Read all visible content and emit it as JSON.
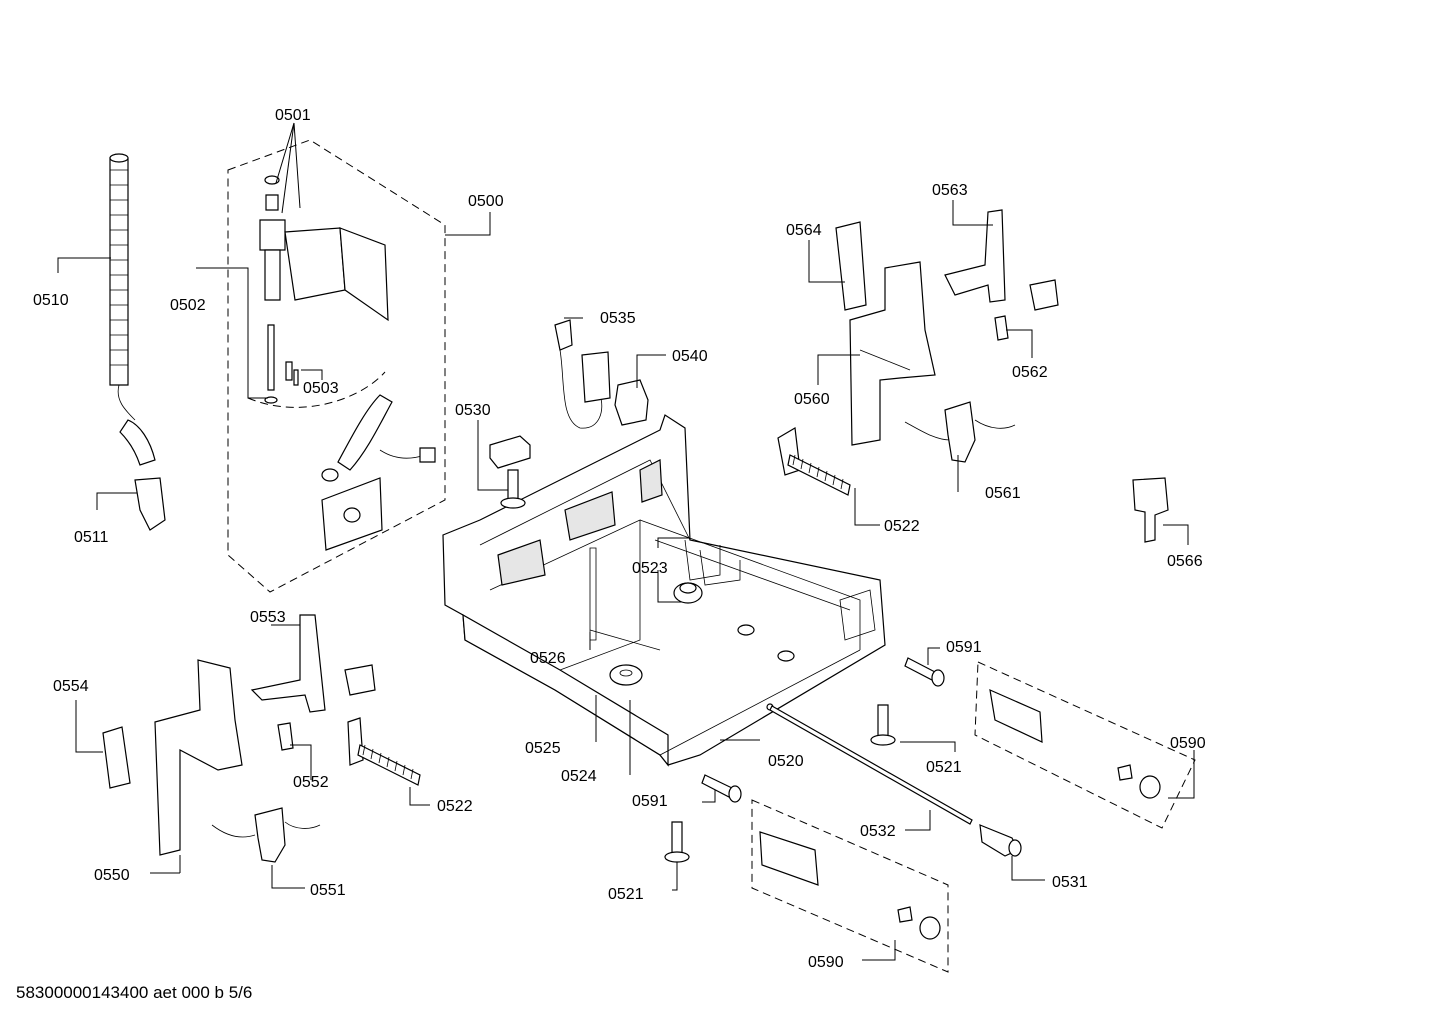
{
  "labels": {
    "p0500": "0500",
    "p0501": "0501",
    "p0502": "0502",
    "p0503": "0503",
    "p0510": "0510",
    "p0511": "0511",
    "p0520": "0520",
    "p0521a": "0521",
    "p0521b": "0521",
    "p0522a": "0522",
    "p0522b": "0522",
    "p0523": "0523",
    "p0524": "0524",
    "p0525": "0525",
    "p0526": "0526",
    "p0530": "0530",
    "p0531": "0531",
    "p0532": "0532",
    "p0535": "0535",
    "p0540": "0540",
    "p0550": "0550",
    "p0551": "0551",
    "p0552": "0552",
    "p0553": "0553",
    "p0554": "0554",
    "p0560": "0560",
    "p0561": "0561",
    "p0562": "0562",
    "p0563": "0563",
    "p0564": "0564",
    "p0566": "0566",
    "p0590a": "0590",
    "p0590b": "0590",
    "p0591a": "0591",
    "p0591b": "0591"
  },
  "footer": "58300000143400 aet 000 b 5/6"
}
